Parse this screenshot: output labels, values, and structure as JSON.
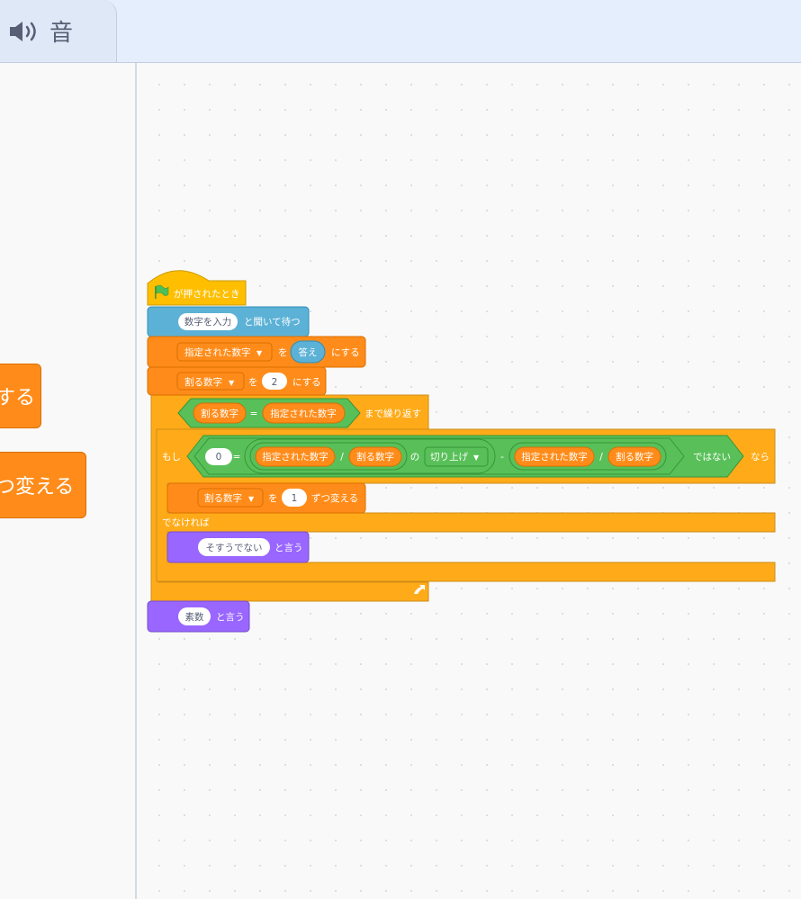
{
  "tab": {
    "label": "音"
  },
  "palette": {
    "block1_label": "する",
    "block2_label": "つ変える"
  },
  "script": {
    "hat_label": "が押されたとき",
    "ask_arg": "数字を入力",
    "ask_label": "と聞いて待つ",
    "set1_var": "指定された数字",
    "set1_to": "を",
    "set1_value": "答え",
    "set1_suffix": "にする",
    "set2_var": "割る数字",
    "set2_to": "を",
    "set2_value": "2",
    "set2_suffix": "にする",
    "repeat_left": "割る数字",
    "repeat_eq": "=",
    "repeat_right": "指定された数字",
    "repeat_suffix": "まで繰り返す",
    "if_label": "もし",
    "if_zero": "0",
    "if_eq": "=",
    "div1_a": "指定された数字",
    "div1_op": "/",
    "div1_b": "割る数字",
    "of_label": "の",
    "func_label": "切り上げ",
    "minus_op": "-",
    "div2_a": "指定された数字",
    "div2_op": "/",
    "div2_b": "割る数字",
    "not_label": "ではない",
    "then_label": "なら",
    "change_var": "割る数字",
    "change_by": "を",
    "change_value": "1",
    "change_suffix": "ずつ変える",
    "else_label": "でなければ",
    "say1_arg": "そすうでない",
    "say1_label": "と言う",
    "say2_arg": "素数",
    "say2_label": "と言う"
  },
  "colors": {
    "events": "#ffbf00",
    "sensing": "#5cb1d6",
    "variables": "#ff8c1a",
    "control": "#ffab19",
    "operators": "#59c059",
    "looks": "#9966ff"
  }
}
